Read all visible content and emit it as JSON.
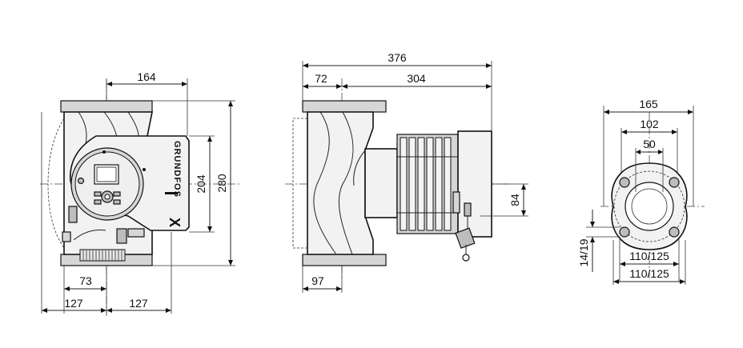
{
  "drawing": {
    "brand_text": "GRUNDFOS",
    "brand_mark": "X",
    "front_view": {
      "dims": {
        "top_width": "164",
        "height_inner": "204",
        "height_total": "280",
        "offset_73": "73",
        "half_left": "127",
        "half_right": "127"
      }
    },
    "side_view": {
      "dims": {
        "overall": "376",
        "left": "72",
        "right": "304",
        "shaft_height": "84",
        "flange_half": "97"
      }
    },
    "flange_view": {
      "dims": {
        "outer_dia": "165",
        "bolt_circle": "102",
        "bore": "50",
        "hole": "14/19",
        "pcd_1": "110/125",
        "pcd_2": "110/125"
      }
    }
  }
}
